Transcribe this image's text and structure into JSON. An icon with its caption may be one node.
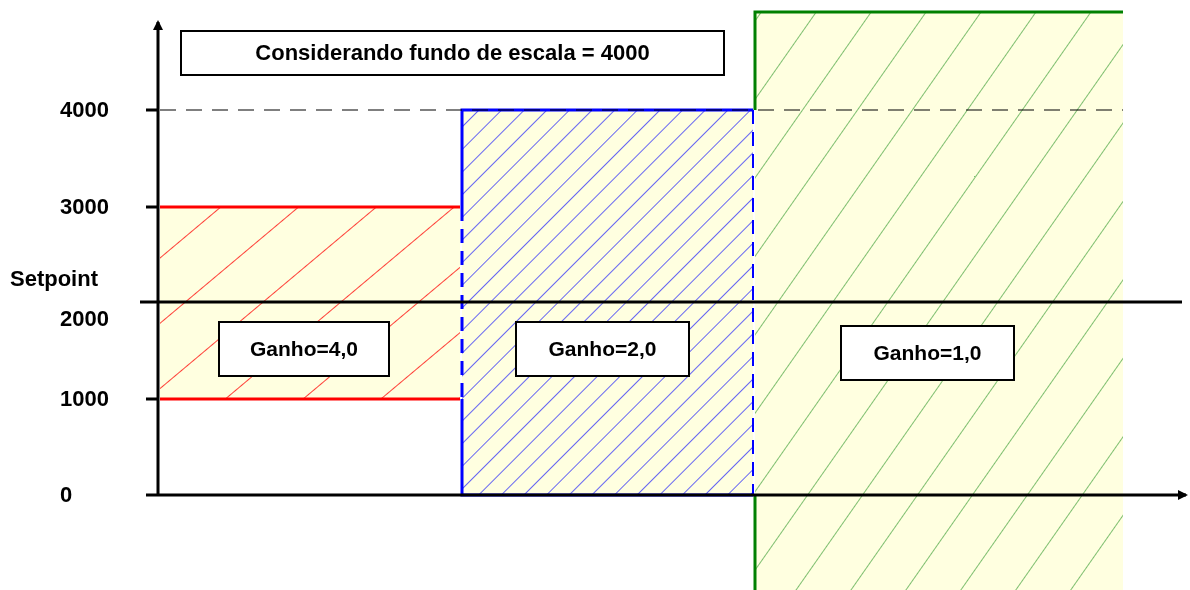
{
  "diagram": {
    "nodes": [
      {
        "text": [
          "Considerando fundo de escala = 4000"
        ]
      },
      {
        "text": [
          "Ganho=4,0"
        ]
      },
      {
        "text": [
          "Ganho=2,0"
        ]
      },
      {
        "text": [
          "Ganho=1,0"
        ]
      }
    ],
    "labels": [
      "4000",
      "3000",
      "Setpoint",
      "2000",
      "1000",
      "0"
    ]
  }
}
